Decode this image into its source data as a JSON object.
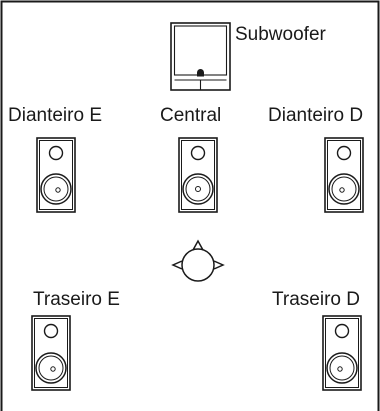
{
  "labels": {
    "subwoofer": "Subwoofer",
    "front_left": "Dianteiro E",
    "center": "Central",
    "front_right": "Dianteiro D",
    "rear_left": "Traseiro E",
    "rear_right": "Traseiro D"
  },
  "colors": {
    "stroke": "#1a1a1a",
    "background": "#ffffff"
  }
}
